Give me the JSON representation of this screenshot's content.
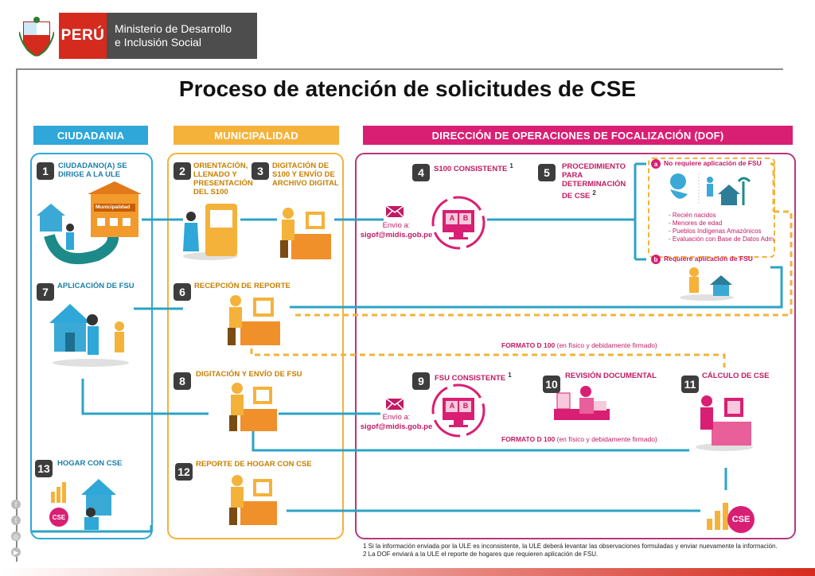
{
  "header": {
    "country": "PERÚ",
    "ministry_line1": "Ministerio de Desarrollo",
    "ministry_line2": "e Inclusión Social"
  },
  "title": "Proceso de atención de solicitudes de CSE",
  "columns": {
    "ciudadania": "CIUDADANIA",
    "municipalidad": "MUNICIPALIDAD",
    "dof": "DIRECCIÓN DE OPERACIONES DE FOCALIZACIÓN (DOF)"
  },
  "steps": [
    {
      "num": "1",
      "label": "CIUDADANO(A) SE DIRIGE A LA ULE"
    },
    {
      "num": "2",
      "label": "ORIENTACIÓN, LLENADO Y PRESENTACIÓN DEL S100"
    },
    {
      "num": "3",
      "label": "DIGITACIÓN DE S100 Y ENVÍO DE ARCHIVO DIGITAL"
    },
    {
      "num": "4",
      "label": "S100 CONSISTENTE",
      "sup": "1"
    },
    {
      "num": "5",
      "label": "PROCEDIMIENTO PARA DETERMINACIÓN DE CSE",
      "sup": "2"
    },
    {
      "num": "6",
      "label": "RECEPCIÓN DE REPORTE"
    },
    {
      "num": "7",
      "label": "APLICACIÓN DE FSU"
    },
    {
      "num": "8",
      "label": "DIGITACIÓN Y ENVÍO DE FSU"
    },
    {
      "num": "9",
      "label": "FSU CONSISTENTE",
      "sup": "1"
    },
    {
      "num": "10",
      "label": "REVISIÓN DOCUMENTAL"
    },
    {
      "num": "11",
      "label": "CÁLCULO DE CSE"
    },
    {
      "num": "12",
      "label": "REPORTE DE HOGAR CON CSE"
    },
    {
      "num": "13",
      "label": "HOGAR CON CSE"
    }
  ],
  "municipalidad_sign": "Municipalidad",
  "envio": {
    "label": "Envío a:",
    "email": "sigof@midis.gob.pe"
  },
  "option_a": {
    "letter": "a",
    "label": "No requiere aplicación de FSU",
    "bullets": [
      "- Recién nacidos",
      "- Menores de edad",
      "- Pueblos Indígenas Amazónicos",
      "- Evaluación con Base de Datos Adm."
    ]
  },
  "option_b": {
    "letter": "b",
    "label": "Requiere aplicación de FSU"
  },
  "formato": {
    "name": "FORMATO D 100",
    "detail": "(en físico y debidamente firmado)"
  },
  "ab_screen": {
    "a": "A",
    "b": "B"
  },
  "cse_badge": "CSE",
  "footnotes": [
    "1 Si la información enviada por la ULE es inconsistente, la ULE deberá levantar las observaciones formuladas y enviar nuevamente la información.",
    "2 La DOF enviará a la ULE el reporte de hogares que requieren aplicación de FSU."
  ],
  "social_icons": [
    "facebook-icon",
    "twitter-icon",
    "instagram-icon",
    "youtube-icon"
  ],
  "colors": {
    "ciudadania": "#2fa7d8",
    "municipalidad": "#f5b23a",
    "dof": "#d91f73",
    "flow": "#2ea3c4",
    "dashed": "#f0b43c"
  }
}
